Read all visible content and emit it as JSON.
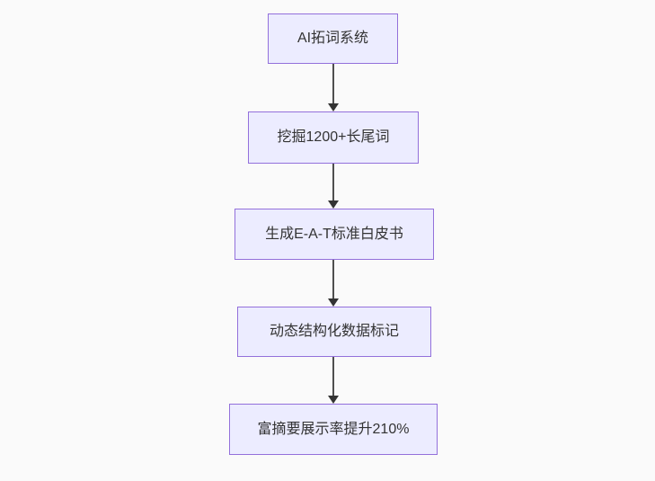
{
  "diagram": {
    "type": "flowchart",
    "direction": "top-down",
    "colors": {
      "canvas-bg": "#fafafa",
      "node-fill": "#ececff",
      "node-border": "#9370db",
      "node-text": "#333333",
      "arrow-line": "#4f4f4f",
      "arrow-head": "#333333"
    },
    "nodes": [
      {
        "label": "AI拓词系统"
      },
      {
        "label": "挖掘1200+长尾词"
      },
      {
        "label": "生成E-A-T标准白皮书"
      },
      {
        "label": "动态结构化数据标记"
      },
      {
        "label": "富摘要展示率提升210%"
      }
    ],
    "edges": [
      {
        "from": 0,
        "to": 1
      },
      {
        "from": 1,
        "to": 2
      },
      {
        "from": 2,
        "to": 3
      },
      {
        "from": 3,
        "to": 4
      }
    ]
  }
}
